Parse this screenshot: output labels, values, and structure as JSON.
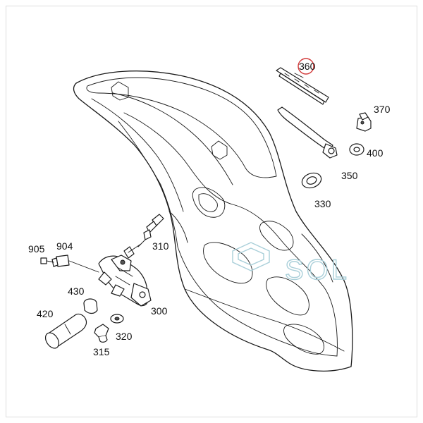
{
  "diagram": {
    "labels": {
      "p360": "360",
      "p370": "370",
      "p400": "400",
      "p350": "350",
      "p330": "330",
      "p310": "310",
      "p905": "905",
      "p904": "904",
      "p430": "430",
      "p420": "420",
      "p300": "300",
      "p320": "320",
      "p315": "315"
    },
    "highlight_color": "#d23a3a",
    "watermark": "SOL"
  }
}
